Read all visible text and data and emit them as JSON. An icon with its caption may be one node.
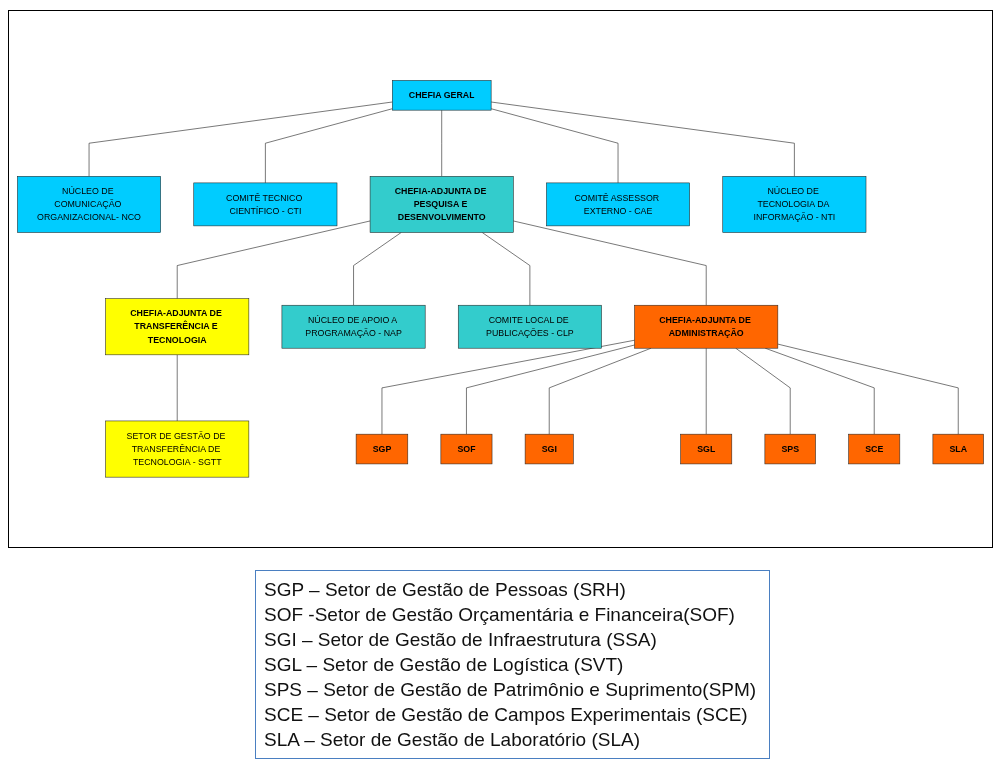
{
  "diagram": {
    "nodes": [
      {
        "text": [
          "CHEFIA GERAL"
        ]
      },
      {
        "text": [
          "COMITÊ ASSESSOR EXTERNO - CAE"
        ]
      },
      {
        "text": [
          "NÚCLEO DE COMUNICAÇÃO ORGANIZACIONAL- NCO"
        ]
      },
      {
        "text": [
          "COMITÊ TECNICO CIENTÍFICO - CTI"
        ]
      },
      {
        "text": [
          "NÚCLEO DE TECNOLOGIA DA INFORMAÇÃO - NTI"
        ]
      },
      {
        "text": [
          "CHEFIA-ADJUNTA DE TRANSFERÊNCIA E TECNOLOGIA"
        ]
      },
      {
        "text": [
          "CHEFIA-ADJUNTA DE PESQUISA E DESENVOLVIMENTO"
        ]
      },
      {
        "text": [
          "CHEFIA-ADJUNTA DE ADMINISTRAÇÃO"
        ]
      },
      {
        "text": [
          "SETOR DE GESTÃO DE TRANSFERÊNCIA DE TECNOLOGIA - SGTT"
        ]
      },
      {
        "text": [
          "NÚCLEO DE APOIO A PROGRAMAÇÃO - NAP"
        ]
      },
      {
        "text": [
          "COMITE LOCAL DE PUBLICAÇÕES - CLP"
        ]
      },
      {
        "text": [
          "SGP"
        ]
      },
      {
        "text": [
          "SOF"
        ]
      },
      {
        "text": [
          "SGI"
        ]
      },
      {
        "text": [
          "SGL"
        ]
      },
      {
        "text": [
          "SPS"
        ]
      },
      {
        "text": [
          "SCE"
        ]
      },
      {
        "text": [
          "SLA"
        ]
      }
    ],
    "edges": [
      {
        "from": 0,
        "to": 1,
        "arrow": "none"
      },
      {
        "from": 0,
        "to": 2,
        "arrow": "none"
      },
      {
        "from": 0,
        "to": 3,
        "arrow": "none"
      },
      {
        "from": 0,
        "to": 4,
        "arrow": "none"
      },
      {
        "from": 0,
        "to": 6,
        "arrow": "none"
      },
      {
        "from": 6,
        "to": 5,
        "arrow": "none"
      },
      {
        "from": 6,
        "to": 7,
        "arrow": "none"
      },
      {
        "from": 5,
        "to": 8,
        "arrow": "none"
      },
      {
        "from": 6,
        "to": 9,
        "arrow": "none"
      },
      {
        "from": 6,
        "to": 10,
        "arrow": "none"
      },
      {
        "from": 7,
        "to": 11,
        "arrow": "none"
      },
      {
        "from": 7,
        "to": 12,
        "arrow": "none"
      },
      {
        "from": 7,
        "to": 13,
        "arrow": "none"
      },
      {
        "from": 7,
        "to": 14,
        "arrow": "none"
      },
      {
        "from": 7,
        "to": 15,
        "arrow": "none"
      },
      {
        "from": 7,
        "to": 16,
        "arrow": "none"
      },
      {
        "from": 7,
        "to": 17,
        "arrow": "none"
      }
    ],
    "labels": [
      "SGP – Setor de Gestão de Pessoas (SRH)",
      "SOF -Setor de Gestão Orçamentária e Financeira(SOF)",
      "SGI – Setor de Gestão de Infraestrutura (SSA)",
      "SGL – Setor de Gestão de Logística (SVT)",
      "SPS – Setor de Gestão de Patrimônio e Suprimento(SPM)",
      "SCE – Setor de Gestão de Campos Experimentais (SCE)",
      "SLA – Setor de Gestão de Laboratório (SLA)"
    ]
  }
}
